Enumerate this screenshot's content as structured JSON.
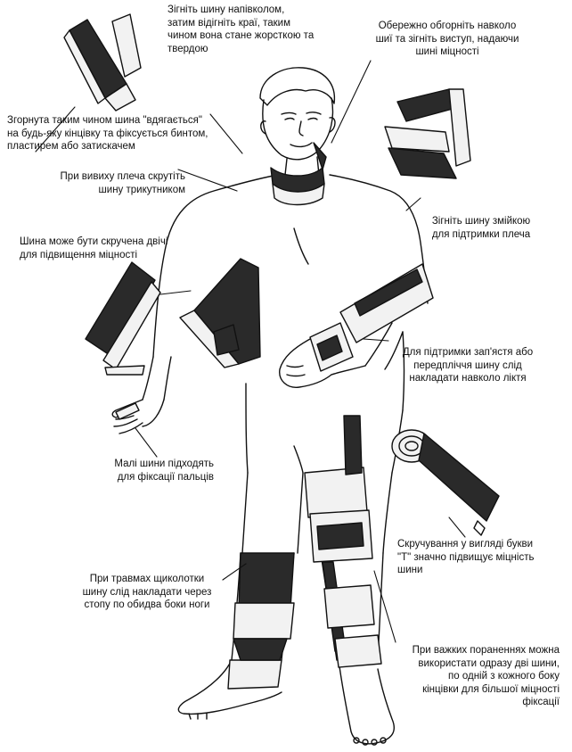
{
  "captions": {
    "fold_half": "Зігніть шину напівколом,\nзатим відігніть краї, таким\nчином вона стане жорсткою та\nтвердою",
    "neck": "Обережно обгорніть навколо\nшиї та зігніть виступ, надаючи\nшині міцності",
    "rolled_limb": "Згорнута таким чином шина \"вдягається\"\nна будь-яку кінцівку та фіксується бинтом,\nпластирем або затискачем",
    "shoulder_twist": "При вивиху плеча скрутіть\nшину трикутником",
    "zigzag": "Зігніть шину змійкою\nдля підтримки плеча",
    "double_twist": "Шина може бути скручена двічі\nдля підвищення міцності",
    "wrist_elbow": "Для підтримки зап'ястя або\nпередпліччя шину слід\nнакладати навколо ліктя",
    "fingers": "Малі шини підходять\nдля фіксації пальців",
    "t_shape": "Скручування у вигляді букви\n\"Т\" значно підвищує міцність\nшини",
    "ankle": "При травмах щиколотки\nшину слід накладати через\nстопу по обидва боки ноги",
    "two_splints": "При важких пораненнях можна\nвикористати одразу дві шини,\nпо одній з кожного боку\nкінцівки для більшої міцності\nфіксації"
  },
  "colors": {
    "ink": "#111111",
    "splint_dark": "#2a2a2a",
    "splint_light": "#f2f2f2"
  }
}
